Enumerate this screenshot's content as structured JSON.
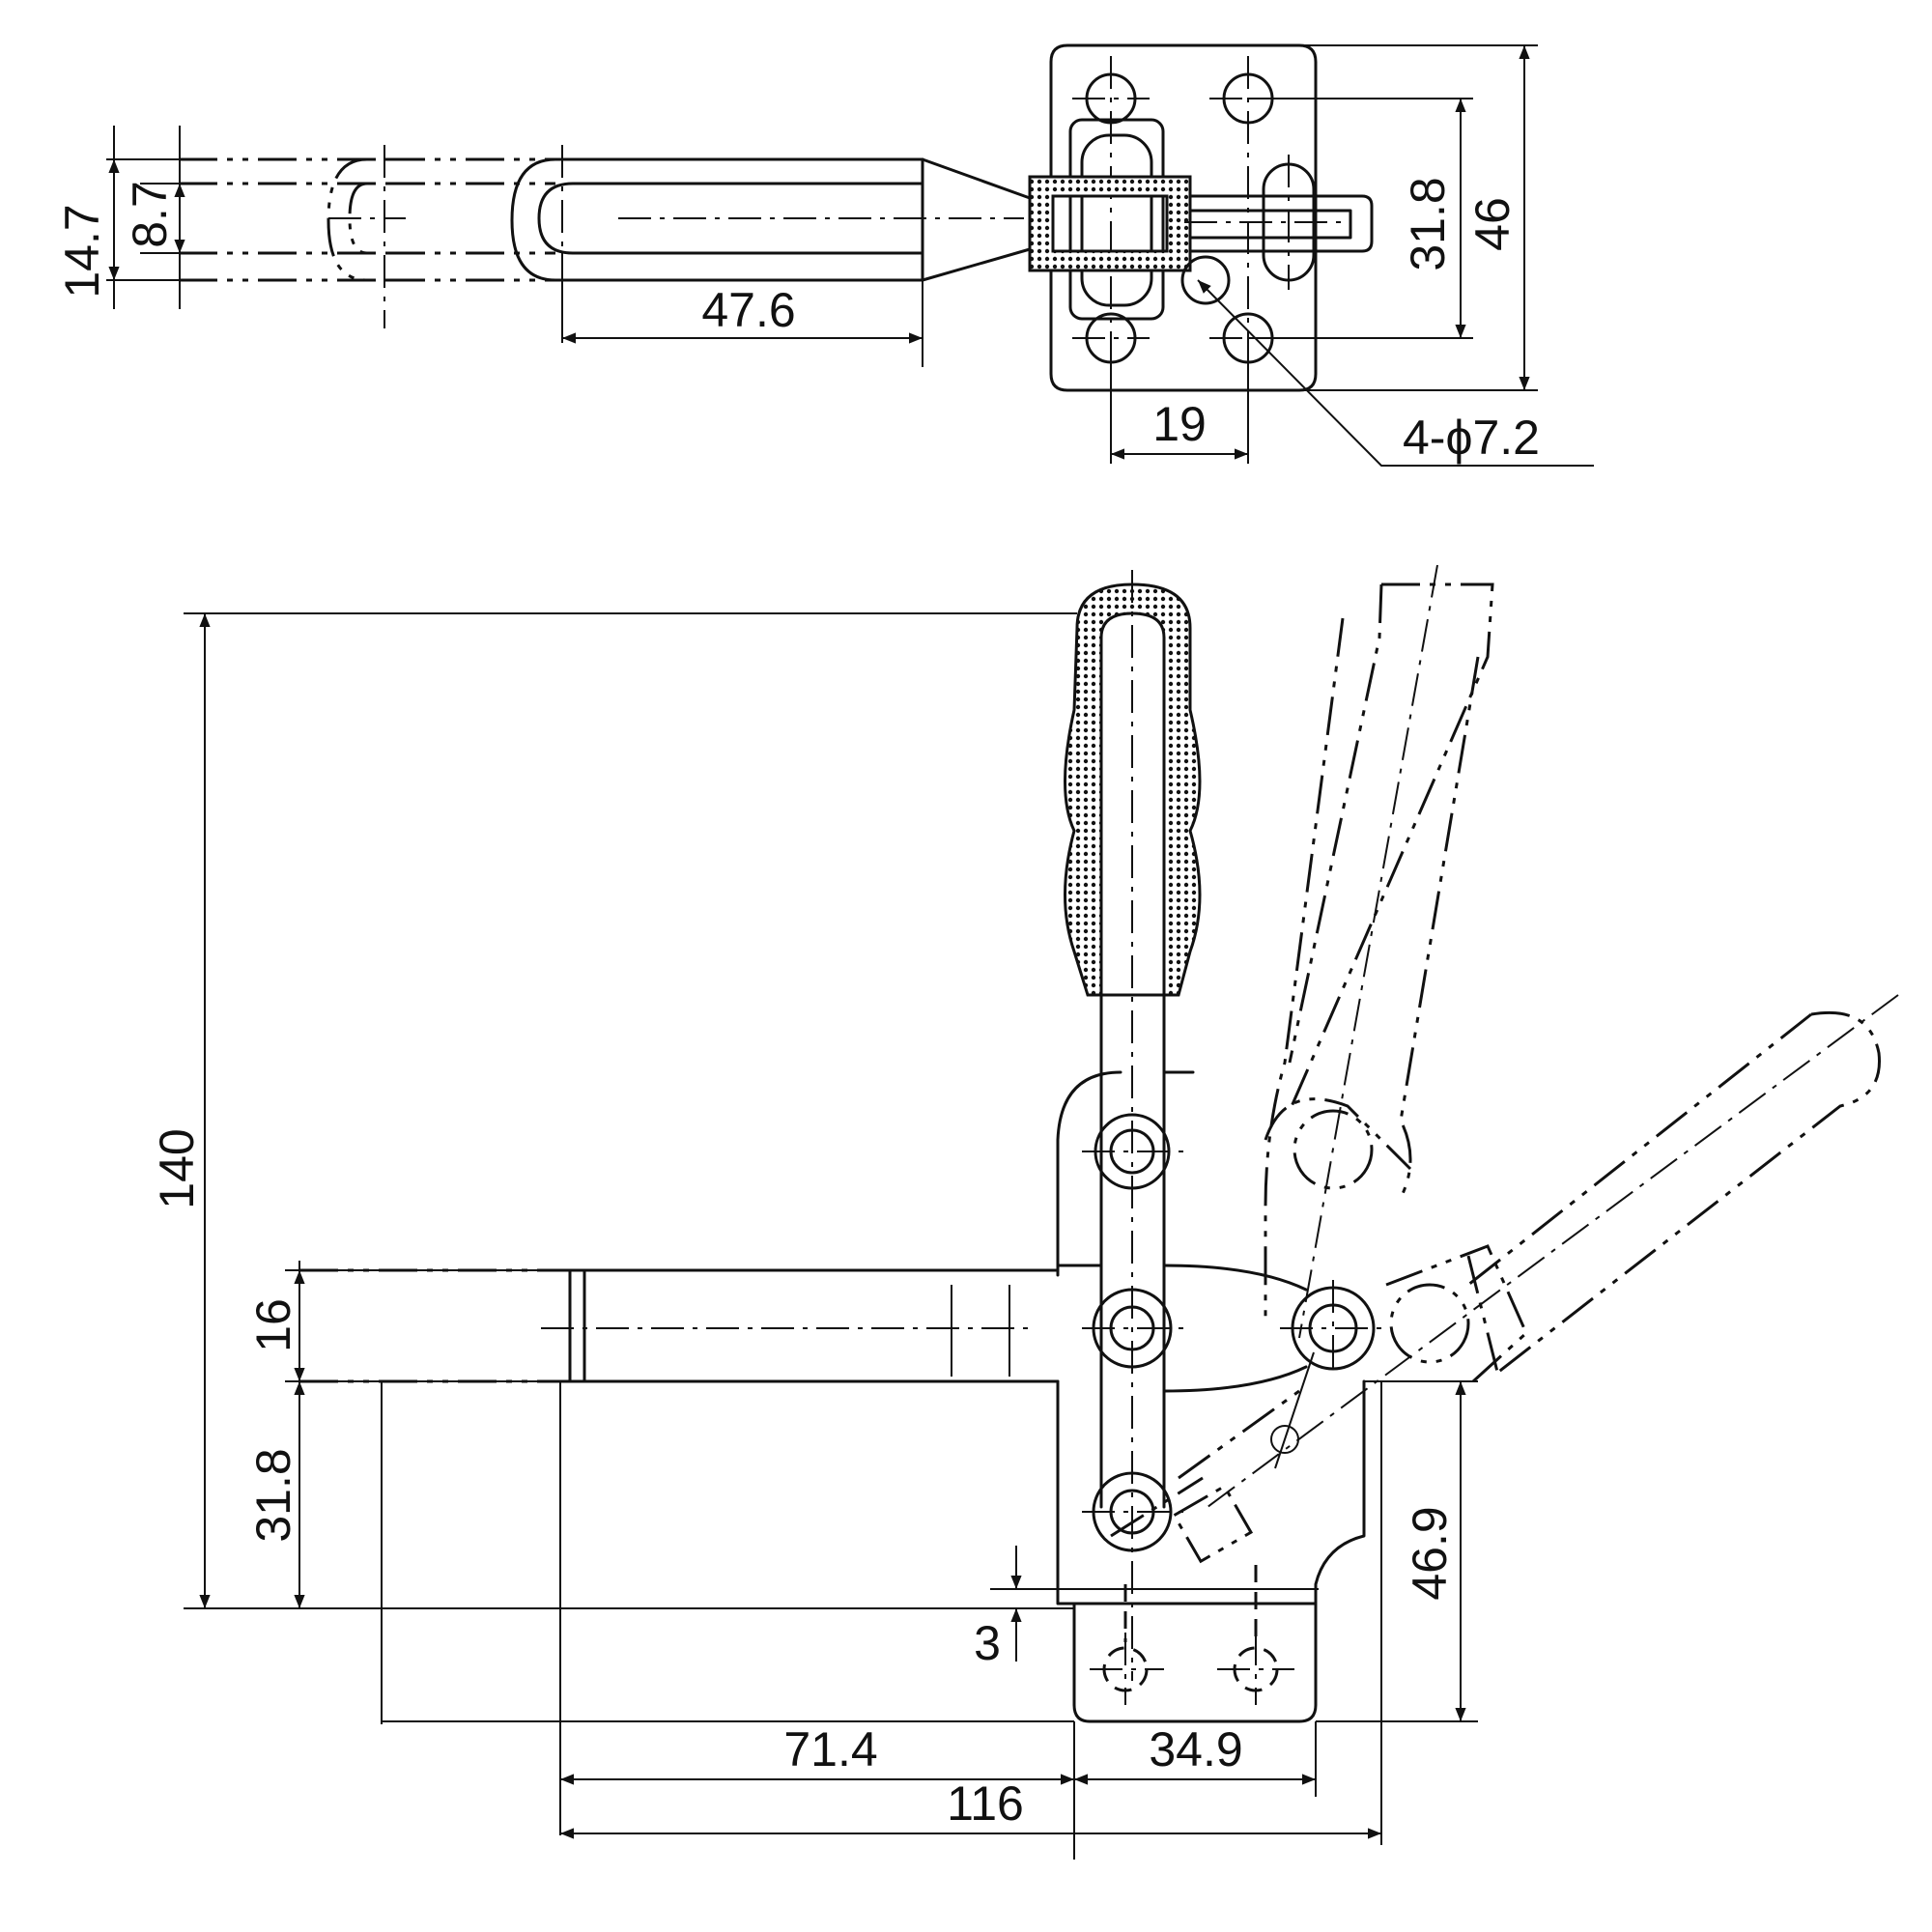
{
  "dimensions": {
    "top_view": {
      "handle_width": "14.7",
      "handle_inner_width": "8.7",
      "handle_slot": "47.6",
      "hole_center_spacing_y": "31.8",
      "base_width": "46",
      "hole_center_spacing_x": "19",
      "mounting_holes": "4-ϕ7.2"
    },
    "side_view": {
      "overall_height": "140",
      "arm_thickness": "16",
      "spindle_height": "31.8",
      "base_height": "46.9",
      "base_gap": "3",
      "arm_reach": "71.4",
      "base_length": "34.9",
      "overall_length": "116"
    }
  }
}
